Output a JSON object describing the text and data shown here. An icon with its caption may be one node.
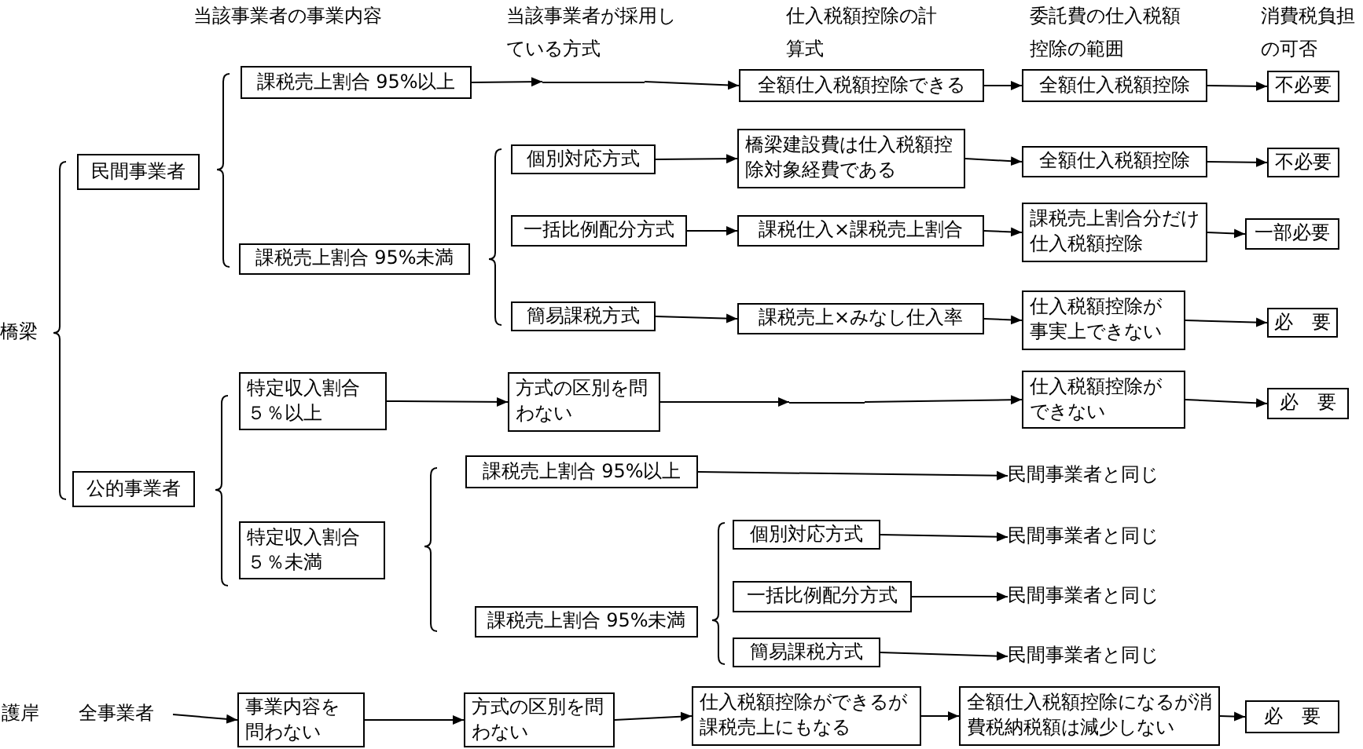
{
  "diagram": {
    "nodes": [
      {
        "text": [
          "民間事業者"
        ]
      },
      {
        "text": [
          "課税売上割合 95%以上"
        ]
      },
      {
        "text": [],
        "shape": "line"
      },
      {
        "text": [
          "全額仕入税額控除できる"
        ]
      },
      {
        "text": [
          "全額仕入税額控除"
        ]
      },
      {
        "text": [
          "不必要"
        ]
      },
      {
        "text": [
          "個別対応方式"
        ]
      },
      {
        "text": [
          "橋梁建設費は仕入税額控除対象経費である"
        ]
      },
      {
        "text": [
          "全額仕入税額控除"
        ]
      },
      {
        "text": [
          "不必要"
        ]
      },
      {
        "text": [
          "一括比例配分方式"
        ]
      },
      {
        "text": [
          "課税仕入×課税売上割合"
        ]
      },
      {
        "text": [
          "課税売上割合分だけ仕入税額控除"
        ]
      },
      {
        "text": [
          "一部必要"
        ]
      },
      {
        "text": [
          "課税売上割合 95%未満"
        ]
      },
      {
        "text": [
          "簡易課税方式"
        ]
      },
      {
        "text": [
          "課税売上×みなし仕入率"
        ]
      },
      {
        "text": [
          "仕入税額控除が事実上できない"
        ]
      },
      {
        "text": [
          "必　要"
        ]
      },
      {
        "text": [
          "特定収入割合５％以上"
        ]
      },
      {
        "text": [
          "方式の区別を問わない"
        ]
      },
      {
        "text": [],
        "shape": "line"
      },
      {
        "text": [
          "仕入税額控除ができない"
        ]
      },
      {
        "text": [
          "必　要"
        ]
      },
      {
        "text": [
          "公的事業者"
        ]
      },
      {
        "text": [
          "課税売上割合 95%以上"
        ]
      },
      {
        "text": [
          "民間事業者と同じ"
        ]
      },
      {
        "text": [
          "特定収入割合５％未満"
        ]
      },
      {
        "text": [
          "個別対応方式"
        ]
      },
      {
        "text": [
          "民間事業者と同じ"
        ]
      },
      {
        "text": [
          "一括比例配分方式"
        ]
      },
      {
        "text": [
          "民間事業者と同じ"
        ]
      },
      {
        "text": [
          "課税売上割合 95%未満"
        ]
      },
      {
        "text": [
          "簡易課税方式"
        ]
      },
      {
        "text": [
          "民間事業者と同じ"
        ]
      },
      {
        "text": [
          "全事業者"
        ]
      },
      {
        "text": [
          "事業内容を問わない"
        ]
      },
      {
        "text": [
          "方式の区別を問わない"
        ]
      },
      {
        "text": [
          "仕入税額控除ができるが課税売上にもなる"
        ]
      },
      {
        "text": [
          "全額仕入税額控除になるが消費税納税額は減少しない"
        ]
      },
      {
        "text": [
          "必　要"
        ]
      }
    ],
    "edges": [
      {
        "from": 1,
        "to": 2,
        "arrow": "to"
      },
      {
        "from": 2,
        "to": 3,
        "arrow": "to"
      },
      {
        "from": 3,
        "to": 4,
        "arrow": "to"
      },
      {
        "from": 4,
        "to": 5,
        "arrow": "to"
      },
      {
        "from": 6,
        "to": 7,
        "arrow": "to"
      },
      {
        "from": 7,
        "to": 8,
        "arrow": "to"
      },
      {
        "from": 8,
        "to": 9,
        "arrow": "to"
      },
      {
        "from": 10,
        "to": 11,
        "arrow": "to"
      },
      {
        "from": 11,
        "to": 12,
        "arrow": "to"
      },
      {
        "from": 12,
        "to": 13,
        "arrow": "to"
      },
      {
        "from": 15,
        "to": 16,
        "arrow": "to"
      },
      {
        "from": 16,
        "to": 17,
        "arrow": "to"
      },
      {
        "from": 17,
        "to": 18,
        "arrow": "to"
      },
      {
        "from": 19,
        "to": 20,
        "arrow": "to"
      },
      {
        "from": 20,
        "to": 21,
        "arrow": "to"
      },
      {
        "from": 21,
        "to": 22,
        "arrow": "to"
      },
      {
        "from": 22,
        "to": 23,
        "arrow": "to"
      },
      {
        "from": 25,
        "to": 26,
        "arrow": "to"
      },
      {
        "from": 28,
        "to": 29,
        "arrow": "to"
      },
      {
        "from": 30,
        "to": 31,
        "arrow": "to"
      },
      {
        "from": 33,
        "to": 34,
        "arrow": "to"
      },
      {
        "from": 35,
        "to": 36,
        "arrow": "to"
      },
      {
        "from": 36,
        "to": 37,
        "arrow": "to"
      },
      {
        "from": 37,
        "to": 38,
        "arrow": "to"
      },
      {
        "from": 38,
        "to": 39,
        "arrow": "to"
      },
      {
        "from": 39,
        "to": 40,
        "arrow": "to"
      }
    ],
    "labels": [
      "当該事業者の事業内容",
      "当該事業者が採用している方式",
      "仕入税額控除の計算式",
      "委託費の仕入税額控除の範囲",
      "消費税負担の可否",
      "橋梁",
      "護岸"
    ]
  }
}
